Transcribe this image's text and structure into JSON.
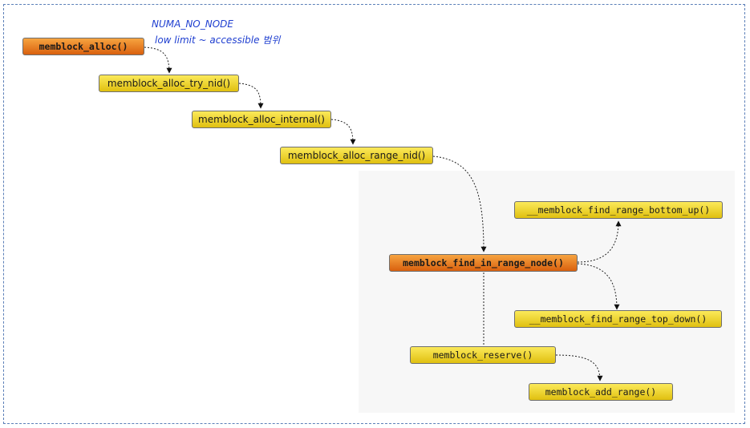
{
  "nodes": {
    "memblock_alloc": "memblock_alloc()",
    "memblock_alloc_try_nid": "memblock_alloc_try_nid()",
    "memblock_alloc_internal": "memblock_alloc_internal()",
    "memblock_alloc_range_nid": "memblock_alloc_range_nid()",
    "memblock_find_in_range_node": "memblock_find_in_range_node()",
    "find_range_bottom_up": "__memblock_find_range_bottom_up()",
    "find_range_top_down": "__memblock_find_range_top_down()",
    "memblock_reserve": "memblock_reserve()",
    "memblock_add_range": "memblock_add_range()"
  },
  "annotation": {
    "line1": "NUMA_NO_NODE",
    "line2": "low limit ~ accessible 범위"
  },
  "colors": {
    "frame_border": "#5b7fb8",
    "panel_bg": "#f7f7f7",
    "node_yellow": "#f0d42a",
    "node_orange": "#e8801f",
    "annotation_text": "#1f3fd0"
  }
}
